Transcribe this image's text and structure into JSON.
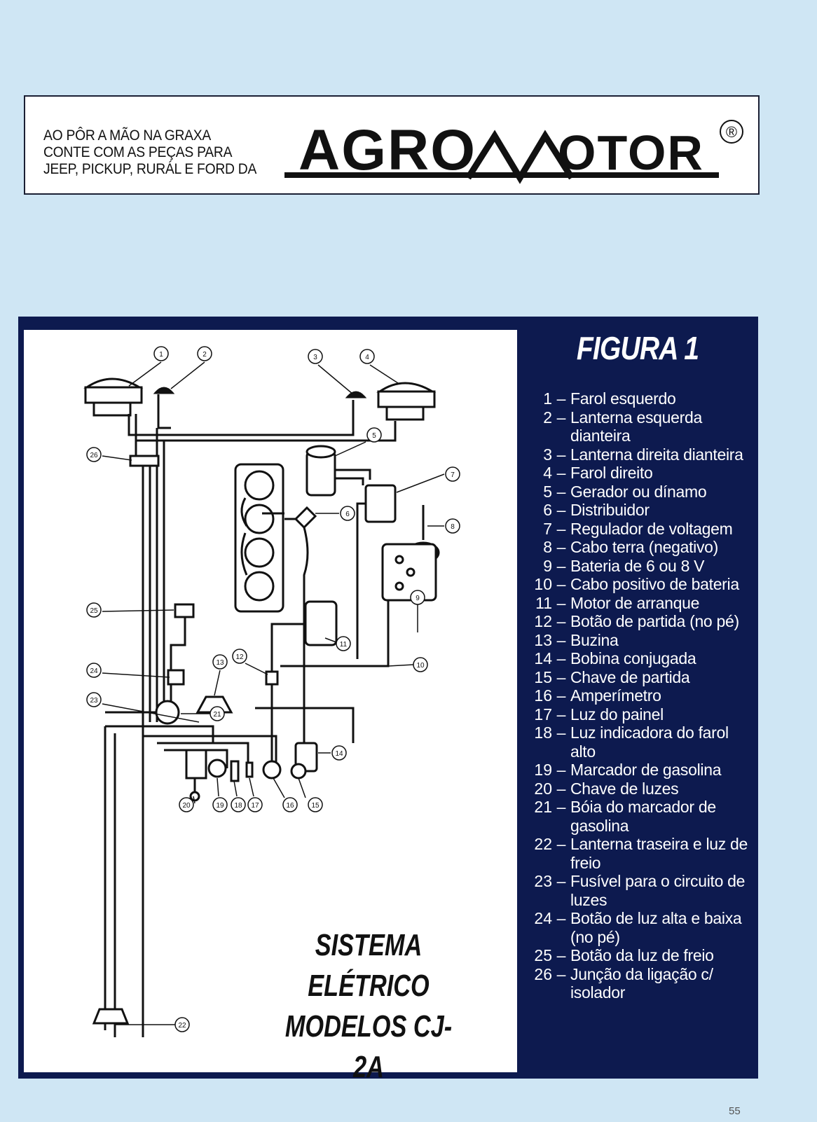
{
  "advert": {
    "tagline": [
      "AO PÔR A MÃO NA GRAXA",
      "CONTE COM AS PEÇAS PARA",
      "JEEP, PICKUP, RURÁL E FORD DA"
    ],
    "logo_text": "AGROMOTOR",
    "logo_mark": "®"
  },
  "figure": {
    "title": "FIGURA 1",
    "system_title": [
      "SISTEMA",
      "ELÉTRICO",
      "MODELOS CJ-2A"
    ],
    "legend": [
      {
        "num": "1",
        "label": "Farol esquerdo"
      },
      {
        "num": "2",
        "label": "Lanterna esquerda dianteira"
      },
      {
        "num": "3",
        "label": "Lanterna direita dianteira"
      },
      {
        "num": "4",
        "label": "Farol direito"
      },
      {
        "num": "5",
        "label": "Gerador ou dínamo"
      },
      {
        "num": "6",
        "label": "Distribuidor"
      },
      {
        "num": "7",
        "label": "Regulador de voltagem"
      },
      {
        "num": "8",
        "label": "Cabo terra (negativo)"
      },
      {
        "num": "9",
        "label": "Bateria de 6 ou 8 V"
      },
      {
        "num": "10",
        "label": "Cabo positivo de bateria"
      },
      {
        "num": "11",
        "label": "Motor de arranque"
      },
      {
        "num": "12",
        "label": "Botão de partida (no pé)"
      },
      {
        "num": "13",
        "label": "Buzina"
      },
      {
        "num": "14",
        "label": "Bobina conjugada"
      },
      {
        "num": "15",
        "label": "Chave de partida"
      },
      {
        "num": "16",
        "label": "Amperímetro"
      },
      {
        "num": "17",
        "label": "Luz do painel"
      },
      {
        "num": "18",
        "label": "Luz indicadora do farol alto"
      },
      {
        "num": "19",
        "label": "Marcador de gasolina"
      },
      {
        "num": "20",
        "label": "Chave de luzes"
      },
      {
        "num": "21",
        "label": "Bóia do marcador de gasolina"
      },
      {
        "num": "22",
        "label": "Lanterna traseira e luz de freio"
      },
      {
        "num": "23",
        "label": "Fusível para o circuito de luzes"
      },
      {
        "num": "24",
        "label": "Botão de luz alta e baixa (no pé)"
      },
      {
        "num": "25",
        "label": "Botão da luz de freio"
      },
      {
        "num": "26",
        "label": "Junção da ligação c/ isolador"
      }
    ],
    "callouts": [
      "1",
      "2",
      "3",
      "4",
      "5",
      "6",
      "7",
      "8",
      "9",
      "10",
      "11",
      "12",
      "13",
      "14",
      "15",
      "16",
      "17",
      "18",
      "19",
      "20",
      "21",
      "22",
      "23",
      "24",
      "25",
      "26"
    ]
  },
  "page_number": "55"
}
